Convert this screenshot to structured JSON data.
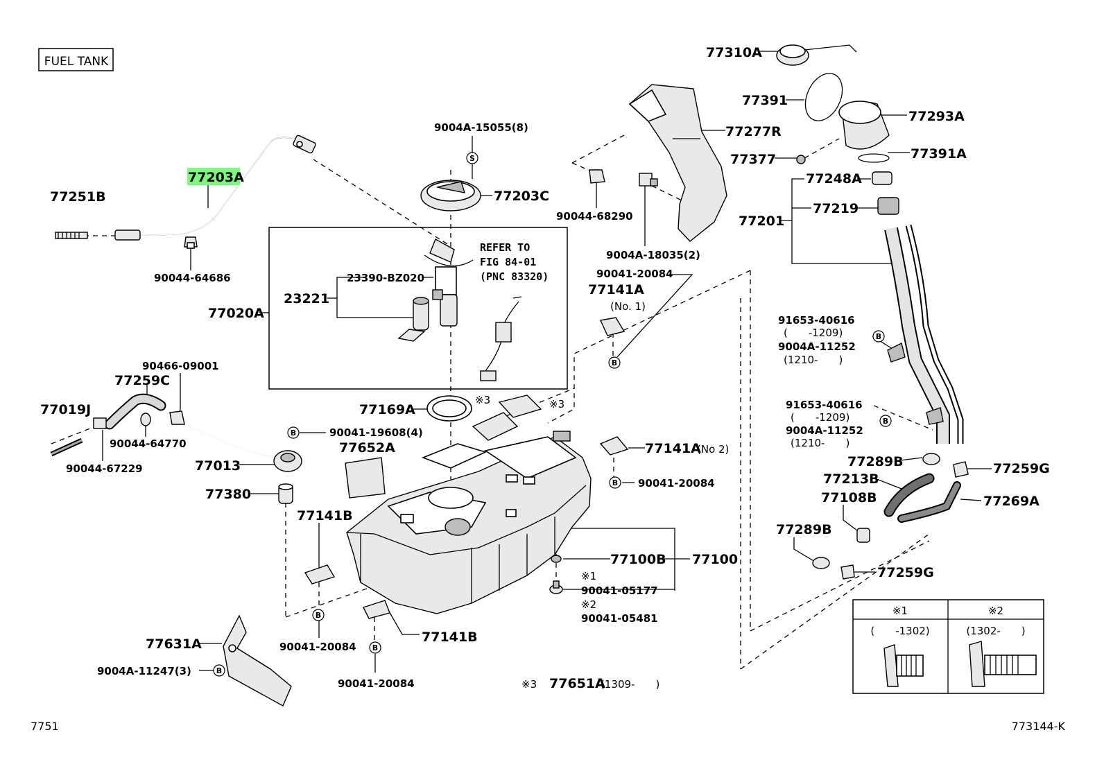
{
  "title": "FUEL TANK",
  "highlight_color": "#7CFC7C",
  "labels": [
    {
      "id": "77310A",
      "text": "77310A"
    },
    {
      "id": "77391",
      "text": "77391"
    },
    {
      "id": "77293A",
      "text": "77293A"
    },
    {
      "id": "77277R",
      "text": "77277R"
    },
    {
      "id": "77377",
      "text": "77377"
    },
    {
      "id": "77391A",
      "text": "77391A"
    },
    {
      "id": "77248A",
      "text": "77248A"
    },
    {
      "id": "77219",
      "text": "77219"
    },
    {
      "id": "77201",
      "text": "77201"
    },
    {
      "id": "9004A-15055",
      "text": "9004A-15055(8)"
    },
    {
      "id": "77203A",
      "text": "77203A"
    },
    {
      "id": "77251B",
      "text": "77251B"
    },
    {
      "id": "90044-64686",
      "text": "90044-64686"
    },
    {
      "id": "77203C",
      "text": "77203C"
    },
    {
      "id": "90044-68290",
      "text": "90044-68290"
    },
    {
      "id": "9004A-18035",
      "text": "9004A-18035(2)"
    },
    {
      "id": "90041-20084-a",
      "text": "90041-20084"
    },
    {
      "id": "77141A-1",
      "text": "77141A"
    },
    {
      "id": "no1",
      "text": "(No. 1)"
    },
    {
      "id": "23390-BZ020",
      "text": "23390-BZ020"
    },
    {
      "id": "23221",
      "text": "23221"
    },
    {
      "id": "77020A",
      "text": "77020A"
    },
    {
      "id": "90466-09001",
      "text": "90466-09001"
    },
    {
      "id": "77259C",
      "text": "77259C"
    },
    {
      "id": "77019J",
      "text": "77019J"
    },
    {
      "id": "90044-64770",
      "text": "90044-64770"
    },
    {
      "id": "90044-67229",
      "text": "90044-67229"
    },
    {
      "id": "77013",
      "text": "77013"
    },
    {
      "id": "90041-19608",
      "text": "90041-19608(4)"
    },
    {
      "id": "77169A",
      "text": "77169A"
    },
    {
      "id": "77652A",
      "text": "77652A"
    },
    {
      "id": "77380",
      "text": "77380"
    },
    {
      "id": "77141A-2",
      "text": "77141A"
    },
    {
      "id": "no2",
      "text": "(No 2)"
    },
    {
      "id": "90041-20084-b",
      "text": "90041-20084"
    },
    {
      "id": "77141B-a",
      "text": "77141B"
    },
    {
      "id": "77100B",
      "text": "77100B"
    },
    {
      "id": "77100",
      "text": "77100"
    },
    {
      "id": "90041-05177",
      "text": "90041-05177"
    },
    {
      "id": "90041-05481",
      "text": "90041-05481"
    },
    {
      "id": "77141B-b",
      "text": "77141B"
    },
    {
      "id": "90041-20084-c",
      "text": "90041-20084"
    },
    {
      "id": "90041-20084-d",
      "text": "90041-20084"
    },
    {
      "id": "77631A",
      "text": "77631A"
    },
    {
      "id": "9004A-11247",
      "text": "9004A-11247(3)"
    },
    {
      "id": "77651A",
      "text": "77651A"
    },
    {
      "id": "77651A-range",
      "text": "(1309-　　)"
    },
    {
      "id": "91653-40616-a",
      "text": "91653-40616"
    },
    {
      "id": "range-1209-a",
      "text": "(　　-1209)"
    },
    {
      "id": "9004A-11252-a",
      "text": "9004A-11252"
    },
    {
      "id": "range-1210-a",
      "text": "(1210-　　)"
    },
    {
      "id": "91653-40616-b",
      "text": "91653-40616"
    },
    {
      "id": "range-1209-b",
      "text": "(　　-1209)"
    },
    {
      "id": "9004A-11252-b",
      "text": "9004A-11252"
    },
    {
      "id": "range-1210-b",
      "text": "(1210-　　)"
    },
    {
      "id": "77289B-a",
      "text": "77289B"
    },
    {
      "id": "77259G-a",
      "text": "77259G"
    },
    {
      "id": "77213B",
      "text": "77213B"
    },
    {
      "id": "77108B",
      "text": "77108B"
    },
    {
      "id": "77269A",
      "text": "77269A"
    },
    {
      "id": "77289B-b",
      "text": "77289B"
    },
    {
      "id": "77259G-b",
      "text": "77259G"
    }
  ],
  "notes": {
    "refer_line1": "REFER TO",
    "refer_line2": "FIG 84-01",
    "refer_line3": "(PNC 83320)",
    "mark1": "※1",
    "mark2": "※2",
    "mark3": "※3",
    "mark3b": "※3",
    "mark3c": "※3",
    "mark_tbl1": "※1",
    "mark_tbl2": "※2",
    "tbl_range1": "(　　-1302)",
    "tbl_range2": "(1302-　　)"
  },
  "circle_letters": {
    "s": "S",
    "b": "B"
  },
  "corner": {
    "left": "7751",
    "right": "773144-K"
  }
}
